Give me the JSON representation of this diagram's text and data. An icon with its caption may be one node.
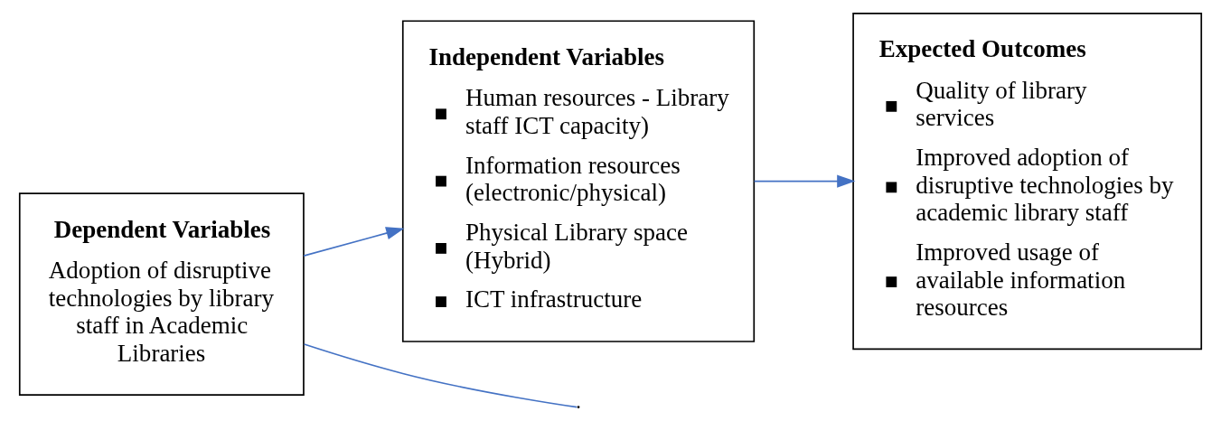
{
  "diagram": {
    "nodes": [
      {
        "text": [
          "Dependent Variables",
          "Adoption of disruptive technologies by library staff in Academic Libraries"
        ]
      },
      {
        "text": [
          "Independent Variables",
          "Human resources - Library staff ICT capacity)",
          "Information resources (electronic/physical)",
          "Physical Library space (Hybrid)",
          "ICT infrastructure"
        ]
      },
      {
        "text": [
          "Expected Outcomes",
          "Quality of library services",
          "Improved adoption of disruptive technologies by academic library staff",
          "Improved usage of available information resources"
        ]
      }
    ],
    "edges": [
      {
        "from": 0,
        "to": 1,
        "arrow": "to",
        "color": "#4472c4"
      },
      {
        "from": 1,
        "to": 2,
        "arrow": "to",
        "color": "#4472c4"
      },
      {
        "from": 0,
        "to": null,
        "arrow": "none",
        "color": "#4472c4"
      }
    ]
  }
}
